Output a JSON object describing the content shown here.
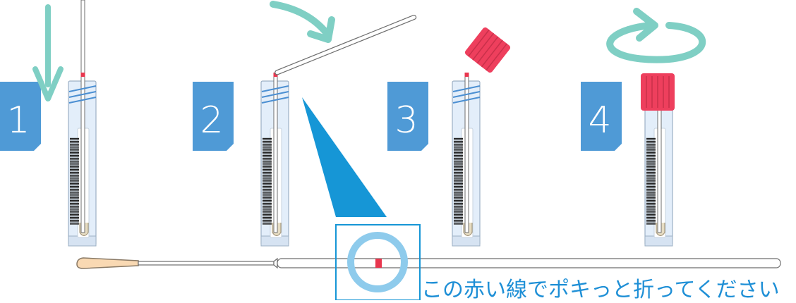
{
  "steps": [
    {
      "number": "1"
    },
    {
      "number": "2"
    },
    {
      "number": "3"
    },
    {
      "number": "4"
    }
  ],
  "caption": "この赤い線でポキっと折ってください",
  "colors": {
    "step_badge": "#4f9ad6",
    "arrow": "#7fcfc4",
    "cap": "#ee3f5d",
    "break_mark": "#e8364e",
    "callout": "#1696d6",
    "ring": "#8ecbec",
    "tube_fill": "#e3eefa",
    "swab_handle": "#f9d9b3",
    "caption": "#1e8fd6"
  }
}
